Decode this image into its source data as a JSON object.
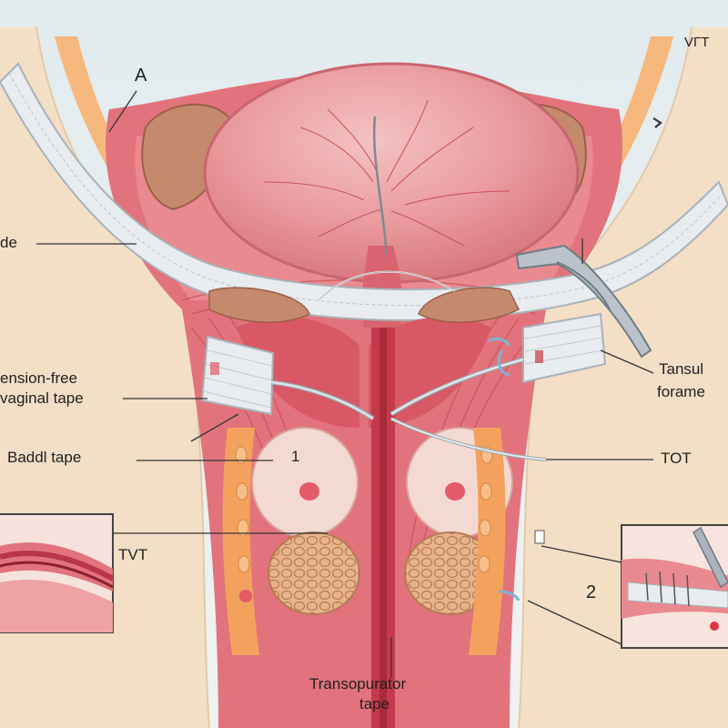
{
  "labels": {
    "a": "A",
    "vtt": "VΓT",
    "de": "de",
    "tension_line1": "ension-free",
    "tension_line2": "vaginal tape",
    "baddl": "Baddl tape",
    "num1": "1",
    "tvt": "TVT",
    "tansu_line1": "Tansul",
    "tansu_line2": "forame",
    "tot": "TOT",
    "num2": "2",
    "transo_line1": "Transopurator",
    "transo_line2": "tape"
  },
  "colors": {
    "tissue": "#e2737c",
    "tissue_dark": "#c84a58",
    "bone": "#f3dfc6",
    "fat": "#f4a15e",
    "bladder": "#eaa0a3",
    "tape": "#e8ecef",
    "leader": "#333333"
  }
}
